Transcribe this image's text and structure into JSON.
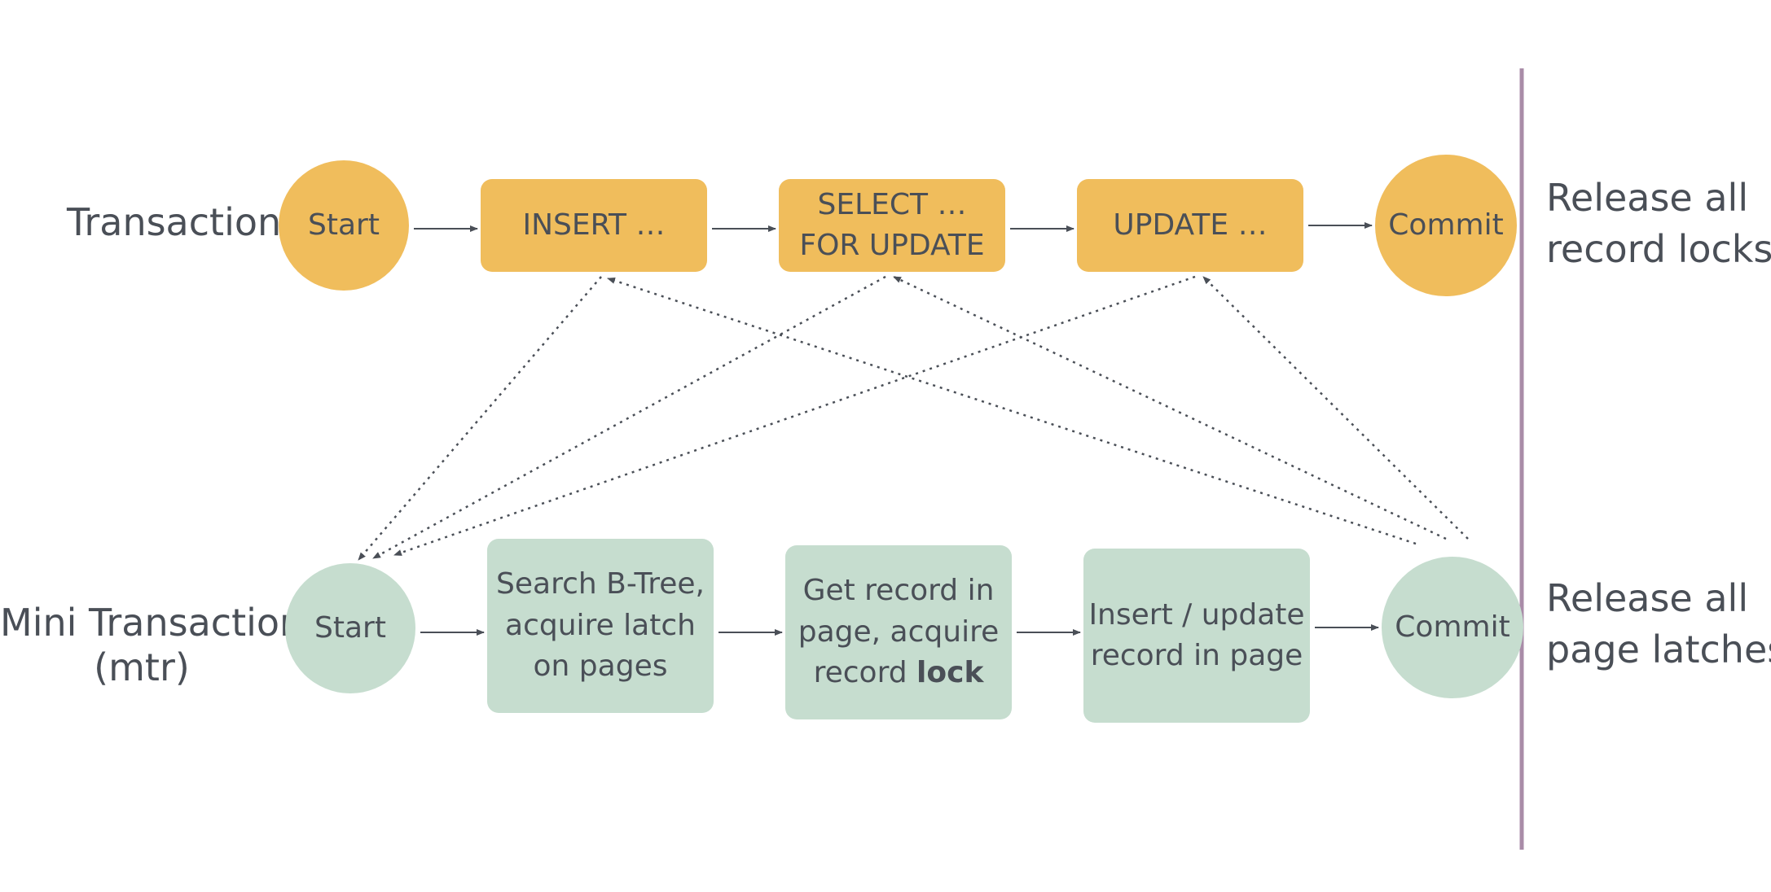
{
  "labels": {
    "transaction": "Transaction:",
    "mini_transaction_line1": "Mini Transaction:",
    "mini_transaction_line2": "(mtr)"
  },
  "transaction_nodes": {
    "start": "Start",
    "insert": "INSERT …",
    "select_line1": "SELECT …",
    "select_line2": "FOR UPDATE",
    "update": "UPDATE …",
    "commit": "Commit"
  },
  "mtr_nodes": {
    "start": "Start",
    "search_line1": "Search B-Tree,",
    "search_line2": "acquire latch",
    "search_line3": "on pages",
    "get_line1": "Get record in",
    "get_line2": "page, acquire",
    "get_line3_prefix": "record",
    "get_line3_bold": "lock",
    "insert_line1": "Insert / update",
    "insert_line2": "record in page",
    "commit": "Commit"
  },
  "side_notes": {
    "record_locks_line1": "Release all",
    "record_locks_line2": "record locks",
    "page_latches_line1": "Release all",
    "page_latches_line2": "page latches"
  },
  "colors": {
    "transaction_fill": "#f0bd5c",
    "mtr_fill": "#c6ddcf",
    "divider": "#a98ca8",
    "arrow": "#4a4f57"
  }
}
